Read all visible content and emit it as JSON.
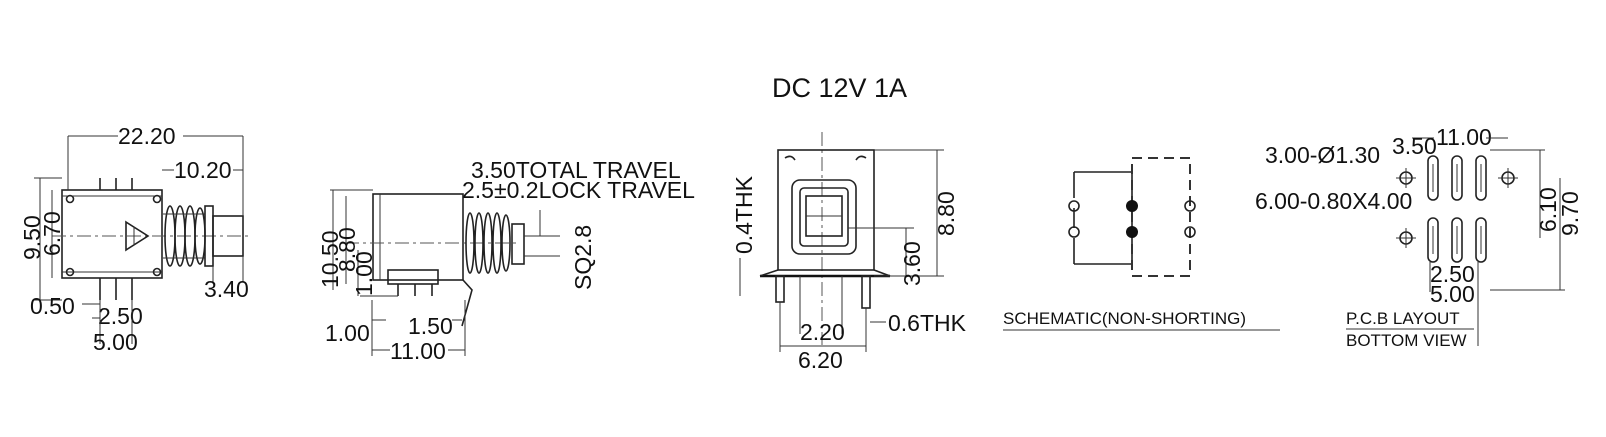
{
  "title": "DC  12V  1A",
  "view1": {
    "d_22_20": "22.20",
    "d_10_20": "10.20",
    "d_9_50": "9.50",
    "d_6_70": "6.70",
    "d_3_40": "3.40",
    "d_0_50": "0.50",
    "d_2_50": "2.50",
    "d_5_00": "5.00"
  },
  "view2": {
    "total_travel": "3.50TOTAL TRAVEL",
    "lock_travel": "2.5±0.2LOCK TRAVEL",
    "d_10_50": "10.50",
    "d_8_80": "8.80",
    "d_1_00_v": "1.00",
    "sq": "SQ2.8",
    "d_1_00": "1.00",
    "d_1_50": "1.50",
    "d_11_00": "11.00"
  },
  "view3": {
    "thk_04": "0.4THK",
    "d_8_80": "8.80",
    "d_3_60": "3.60",
    "thk_06": "0.6THK",
    "d_2_20": "2.20",
    "d_6_20": "6.20"
  },
  "schematic": {
    "label": "SCHEMATIC(NON-SHORTING)"
  },
  "pcb": {
    "d_11_00": "11.00",
    "hole": "3.00-Ø1.30",
    "d_3_50": "3.50",
    "slot": "6.00-0.80X4.00",
    "d_6_10": "6.10",
    "d_9_70": "9.70",
    "d_2_50": "2.50",
    "d_5_00": "5.00",
    "label1": "P.C.B LAYOUT",
    "label2": "BOTTOM VIEW"
  }
}
